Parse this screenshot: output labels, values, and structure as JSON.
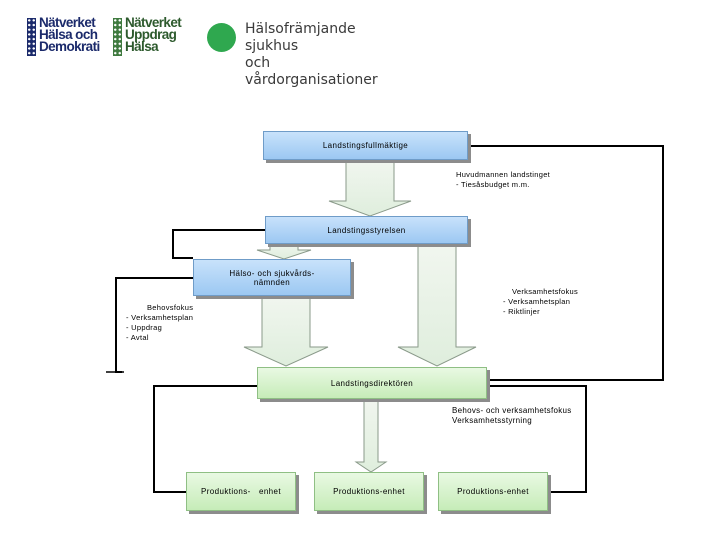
{
  "logos": {
    "logo1": {
      "lines": [
        "Nätverket",
        "Hälsa och",
        "Demokrati"
      ],
      "color": "#1b2a6b",
      "mark_color": "#1b2a6b"
    },
    "logo2": {
      "lines": [
        "Nätverket",
        "Uppdrag",
        "Hälsa"
      ],
      "color": "#2d5a2d",
      "mark_color": "#3f7a3f"
    },
    "logo3": {
      "lines": [
        "Hälsofrämjande sjukhus",
        "och vårdorganisationer"
      ],
      "circle_color": "#2fa84f"
    }
  },
  "diagram": {
    "nodes": {
      "fullmaktige": "Landstingsfullmäktige",
      "styrelsen": "Landstingsstyrelsen",
      "namnden": [
        "Hälso- och sjukvårds-",
        "nämnden"
      ],
      "direktoren": "Landstingsdirektören",
      "enhet1": [
        "Produktions-",
        "enhet"
      ],
      "enhet2": "Produktions-enhet",
      "enhet3": "Produktions-enhet"
    },
    "notes": {
      "huvudmannen": [
        "Huvudmannen landstinget",
        "- Tiesåsbudget m.m."
      ],
      "verksamhetsfokus": [
        "Verksamhetsfokus",
        "- Verksamhetsplan",
        "- Riktlinjer"
      ],
      "behovsfokus": [
        "Behovsfokus",
        "- Verksamhetsplan",
        "- Uppdrag",
        "- Avtal"
      ],
      "styrning": [
        "Behovs- och verksamhetsfokus",
        "Verksamhetsstyrning"
      ]
    },
    "colors": {
      "blue_node": "#b4d6f7",
      "green_node": "#d6f3cc",
      "line": "#000000"
    }
  }
}
